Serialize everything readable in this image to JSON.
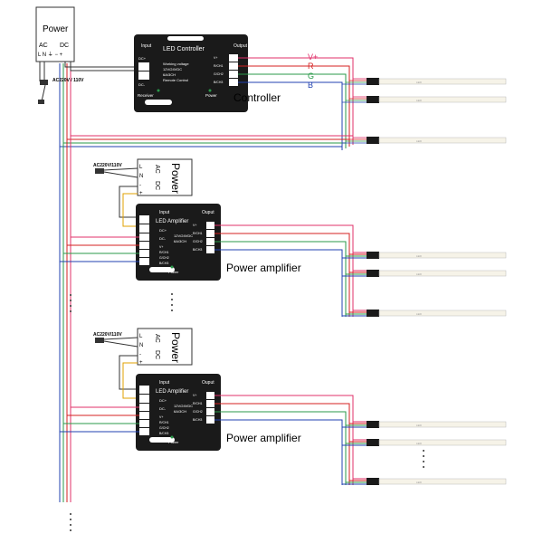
{
  "colors": {
    "vplus": "#e0306a",
    "red": "#d42020",
    "green": "#2a9a4a",
    "blue": "#2040b0",
    "wire": "#777777",
    "device": "#1a1a1a",
    "strip": "#f6f3e8"
  },
  "top_power": {
    "title": "Power",
    "ac": "AC",
    "dc": "DC",
    "terminals": "L N ⏚ − +",
    "ac_note": "AC220V / 110V"
  },
  "controller": {
    "input_label": "Input",
    "output_label": "Output",
    "title": "LED Controller",
    "dc_plus": "DC+",
    "dc_minus": "DC-",
    "spec1": "Working voltage",
    "spec2": "12V/24VDC",
    "spec3": "6A/3CH",
    "spec4": "Remote Control",
    "out1": "V+",
    "out2": "R/CH1",
    "out3": "G/CH2",
    "out4": "B/CH3",
    "receiver": "Receiver",
    "power_led": "Power",
    "caption": "Controller"
  },
  "wire_labels": {
    "vplus": "V+",
    "r": "R",
    "g": "G",
    "b": "B"
  },
  "side_power": {
    "title": "Power",
    "ac": "AC",
    "dc": "DC",
    "l": "L",
    "n": "N",
    "minus": "-",
    "plus": "+",
    "ac_note": "AC220V/110V"
  },
  "amplifier": {
    "input_label": "Input",
    "output_label": "Ouput",
    "title": "LED Amplifier",
    "dc_plus": "DC+",
    "dc_minus": "DC-",
    "in_v": "V+",
    "in_r": "R/CH1",
    "in_g": "G/CH2",
    "in_b": "B/CH3",
    "spec1": "12V/24VDC",
    "spec2": "6A/3CH",
    "out_v": "V+",
    "out_r": "R/CH1",
    "out_g": "G/CH2",
    "out_b": "B/CH3",
    "power_led": "Power",
    "caption": "Power amplifier"
  },
  "strip_text": "LED"
}
